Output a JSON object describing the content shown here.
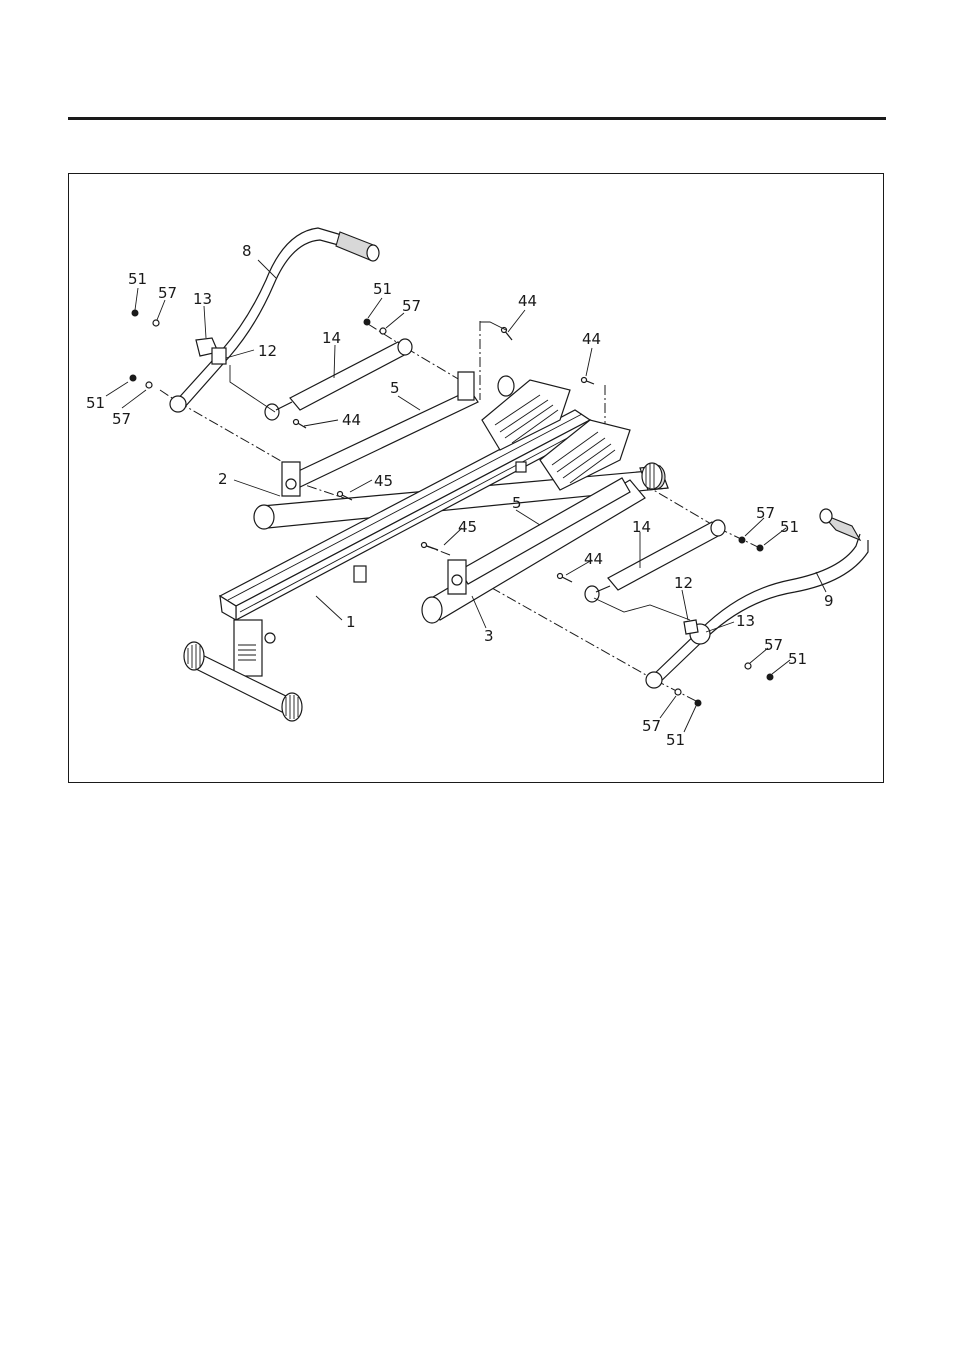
{
  "labels": {
    "l8": "8",
    "l9": "9",
    "l51_a": "51",
    "l57_a": "57",
    "l13_a": "13",
    "l12_a": "12",
    "l51_b": "51",
    "l57_b": "57",
    "l51_c": "51",
    "l57_c": "57",
    "l44_a": "44",
    "l44_b": "44",
    "l14_a": "14",
    "l44_c": "44",
    "l5_a": "5",
    "l2": "2",
    "l45_a": "45",
    "l5_b": "5",
    "l45_b": "45",
    "l14_b": "14",
    "l57_d": "57",
    "l51_d": "51",
    "l44_d": "44",
    "l12_b": "12",
    "l13_b": "13",
    "l1": "1",
    "l3": "3",
    "l57_e": "57",
    "l51_e": "51",
    "l57_f": "57",
    "l51_f": "51"
  },
  "colors": {
    "line": "#1a1a1a",
    "paper": "#ffffff",
    "shade": "#d8d8d8"
  }
}
